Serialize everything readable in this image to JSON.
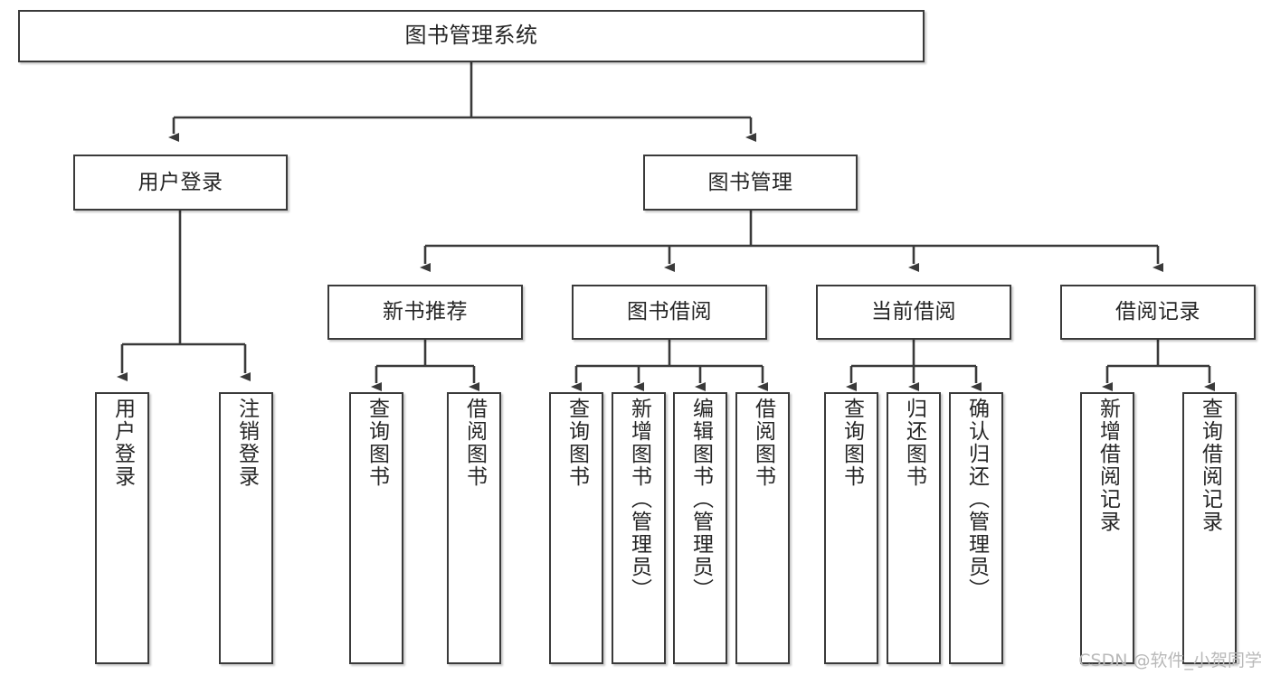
{
  "diagram": {
    "title": "图书管理系统",
    "watermark": "CSDN @软件_小贺同学",
    "colors": {
      "stroke": "#3a3a3a",
      "box_fill": "#ffffff",
      "text": "#262626",
      "watermark": "#b9b9b9",
      "background": "#ffffff"
    },
    "root": {
      "label": "图书管理系统"
    },
    "level2": [
      {
        "label": "用户登录"
      },
      {
        "label": "图书管理"
      }
    ],
    "level3": [
      {
        "label": "新书推荐"
      },
      {
        "label": "图书借阅"
      },
      {
        "label": "当前借阅"
      },
      {
        "label": "借阅记录"
      }
    ],
    "leaves": {
      "user_login": [
        {
          "label": "用户登录"
        },
        {
          "label": "注销登录"
        }
      ],
      "new_book_recommend": [
        {
          "label": "查询图书"
        },
        {
          "label": "借阅图书"
        }
      ],
      "book_borrow": [
        {
          "label": "查询图书"
        },
        {
          "label": "新增图书（管理员）"
        },
        {
          "label": "编辑图书（管理员）"
        },
        {
          "label": "借阅图书"
        }
      ],
      "current_borrow": [
        {
          "label": "查询图书"
        },
        {
          "label": "归还图书"
        },
        {
          "label": "确认归还（管理员）"
        }
      ],
      "borrow_record": [
        {
          "label": "新增借阅记录"
        },
        {
          "label": "查询借阅记录"
        }
      ]
    }
  }
}
